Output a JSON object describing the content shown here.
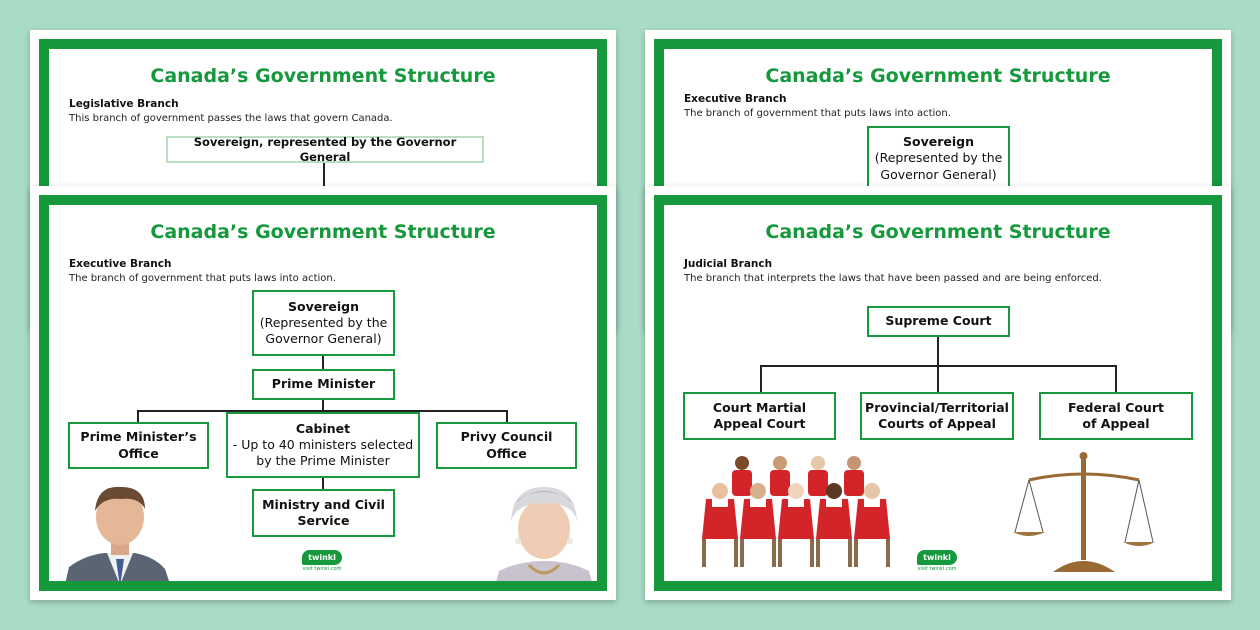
{
  "colors": {
    "background": "#a9dcc6",
    "frame": "#16993c",
    "title": "#16993c"
  },
  "sheet_tl": {
    "title": "Canada’s Government Structure",
    "branch": "Legislative Branch",
    "description": "This branch of government passes the laws that govern Canada.",
    "top_box": "Sovereign, represented by the Governor General"
  },
  "sheet_tr": {
    "title": "Canada’s Government Structure",
    "branch": "Executive Branch",
    "description": "The branch of government that puts laws into action.",
    "top_box": {
      "title": "Sovereign",
      "line1": "(Represented by the",
      "line2": "Governor General)"
    }
  },
  "sheet_bl": {
    "title": "Canada’s Government Structure",
    "branch": "Executive Branch",
    "description": "The branch of government that puts laws into action.",
    "sovereign": {
      "title": "Sovereign",
      "line1": "(Represented by the",
      "line2": "Governor General)"
    },
    "prime_minister": "Prime Minister",
    "pm_office": {
      "line1": "Prime Minister’s",
      "line2": "Office"
    },
    "cabinet": {
      "title": "Cabinet",
      "line1": "- Up to 40 ministers selected",
      "line2": "by the Prime Minister"
    },
    "privy_council": {
      "line1": "Privy Council",
      "line2": "Office"
    },
    "ministry": {
      "line1": "Ministry and Civil",
      "line2": "Service"
    },
    "logo": {
      "name": "twinkl",
      "url": "visit twinkl.com"
    }
  },
  "sheet_br": {
    "title": "Canada’s Government Structure",
    "branch": "Judicial Branch",
    "description": "The branch that interprets the laws that have been passed and are being enforced.",
    "supreme_court": "Supreme Court",
    "court_martial": {
      "line1": "Court Martial",
      "line2": "Appeal Court"
    },
    "provincial": {
      "line1": "Provincial/Territorial",
      "line2": "Courts of Appeal"
    },
    "federal": {
      "line1": "Federal Court",
      "line2": "of Appeal"
    },
    "logo": {
      "name": "twinkl",
      "url": "visit twinkl.com"
    }
  }
}
